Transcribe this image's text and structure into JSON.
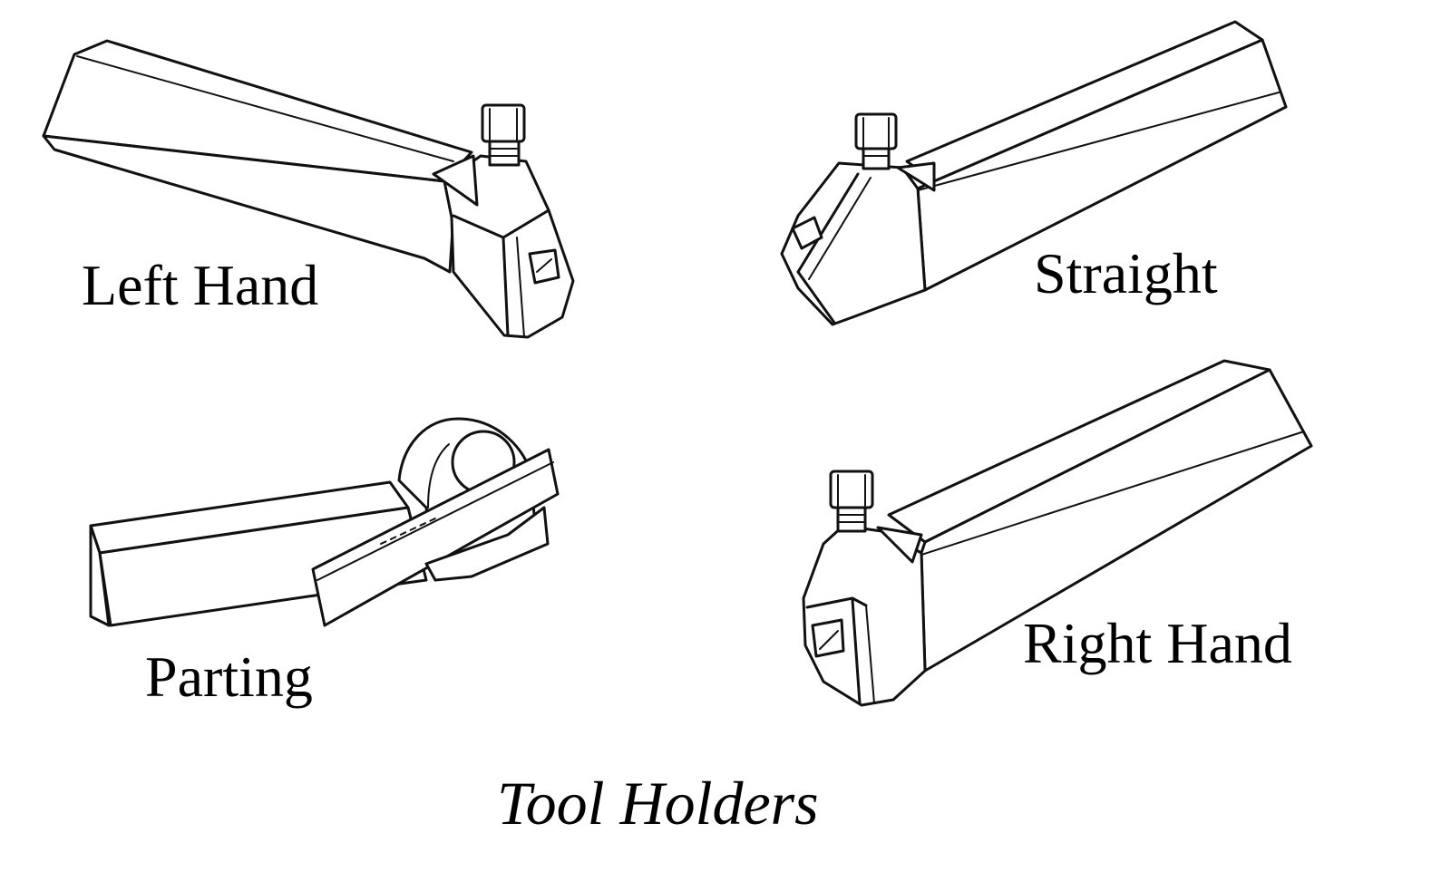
{
  "labels": {
    "left_hand": "Left Hand",
    "straight": "Straight",
    "parting": "Parting",
    "right_hand": "Right Hand"
  },
  "title": "Tool Holders",
  "colors": {
    "ink": "#111111",
    "background": "#ffffff"
  }
}
